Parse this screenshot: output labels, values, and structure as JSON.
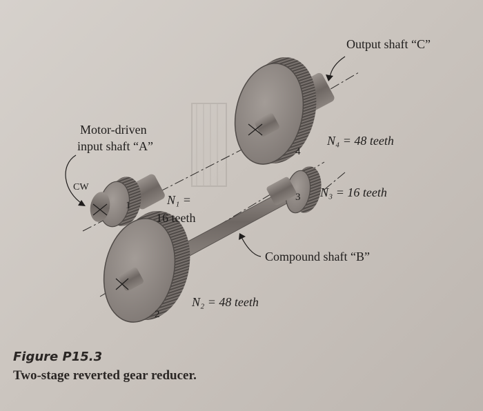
{
  "labels": {
    "output_shaft": "Output shaft “C”",
    "motor_line1": "Motor-driven",
    "motor_line2": "input shaft “A”",
    "cw": "CW",
    "n1_line1": "N₁ =",
    "n1_line2": "16 teeth",
    "n4": "N₄ = 48 teeth",
    "n3": "N₃ = 16 teeth",
    "compound_shaft": "Compound shaft “B”",
    "n2": "N₂ = 48 teeth",
    "gear_1": "1",
    "gear_2": "2",
    "gear_3": "3",
    "gear_4": "4"
  },
  "caption": {
    "figure_number": "Figure P15.3",
    "title": "Two-stage reverted gear reducer."
  },
  "colors": {
    "gear_face": "#8e8782",
    "gear_teeth": "#5d5753",
    "shaft": "#7b7470",
    "ink": "#1f1d1c"
  }
}
